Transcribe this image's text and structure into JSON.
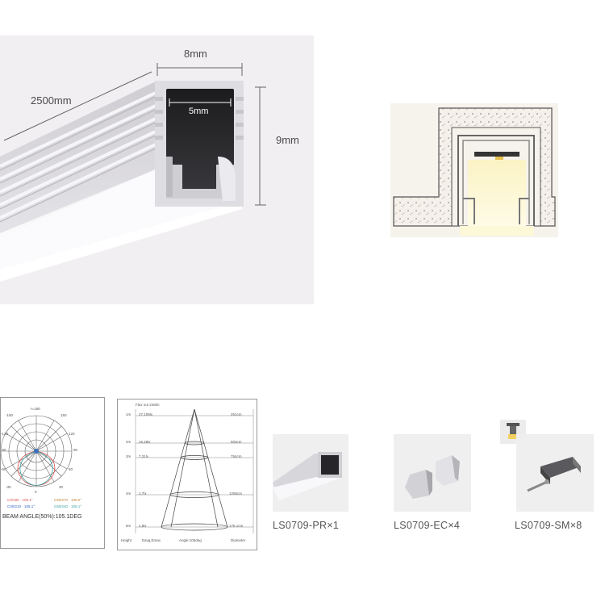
{
  "dimensions": {
    "width_label": "8mm",
    "length_label": "2500mm",
    "inner_label": "5mm",
    "height_label": "9mm"
  },
  "polar_chart": {
    "scale_top": "-I=180",
    "scale_labels": [
      "-150",
      "150",
      "-120",
      "120",
      "-90",
      "90",
      "-60",
      "60",
      "-30",
      "30",
      "0"
    ],
    "legend": [
      "C0/180 · 105.1°",
      "C90/270 · 105.0°",
      "C30/210 · 105.1°",
      "C60/240 · 105.1°"
    ],
    "beam_angle": "BEAM ANGLE(50%):105.1DEG"
  },
  "illum_chart": {
    "header": "Flux out 246lm",
    "rows": [
      {
        "h": "1m",
        "lux": "27,109lx",
        "d": "251cm"
      },
      {
        "h": "2m",
        "lux": "16,46lx",
        "d": "503cm"
      },
      {
        "h": "3m",
        "lux": "7,31lx",
        "d": "754cm"
      },
      {
        "h": "4m",
        "lux": "2,7lx",
        "d": "1256cm"
      },
      {
        "h": "5m",
        "lux": "1,5lx",
        "d": "176.1cm"
      }
    ],
    "footer": [
      "Height",
      "Eavg,Emax",
      "Angle:105deg",
      "Diameter"
    ]
  },
  "parts": [
    {
      "label": "LS0709-PR×1"
    },
    {
      "label": "LS0709-EC×4"
    },
    {
      "label": "LS0709-SM×8"
    }
  ],
  "colors": {
    "panel": "#f1eff1",
    "profile_dark": "#232325",
    "profile_light": "#d9d8dc",
    "led_glow": "#fbf6c8",
    "accent_yellow": "#f0c040"
  }
}
